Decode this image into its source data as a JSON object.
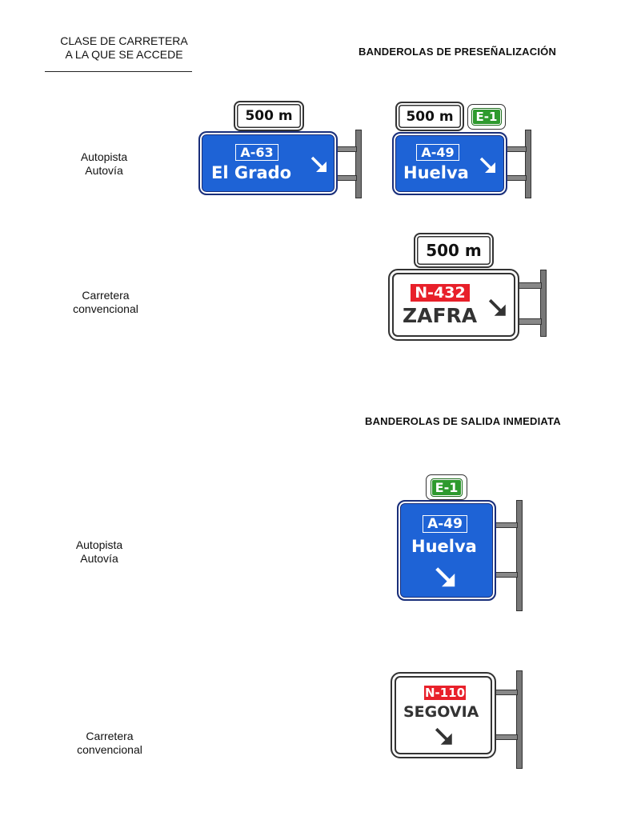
{
  "left_header": {
    "line1": "CLASE DE CARRETERA",
    "line2": "A LA QUE SE ACCEDE"
  },
  "section_pre": {
    "title": "BANDEROLAS DE PRESEÑALIZACIÓN"
  },
  "section_exit": {
    "title": "BANDEROLAS DE SALIDA INMEDIATA"
  },
  "road_classes": {
    "motorway": {
      "line1": "Autopista",
      "line2": "Autovía"
    },
    "conventional": {
      "line1": "Carretera",
      "line2": "convencional"
    }
  },
  "signs": {
    "pre_elgrado": {
      "distance": "500 m",
      "route": "A-63",
      "destination": "El Grado",
      "arrow": "arrow-down-right",
      "color": "#1e63d6"
    },
    "pre_huelva": {
      "distance": "500 m",
      "euroroute": "E-1",
      "route": "A-49",
      "destination": "Huelva",
      "arrow": "arrow-down-right",
      "color": "#1e63d6"
    },
    "pre_zafra": {
      "distance": "500 m",
      "route": "N-432",
      "destination": "ZAFRA",
      "arrow": "arrow-down-right",
      "route_color": "#e8202a"
    },
    "exit_huelva": {
      "euroroute": "E-1",
      "route": "A-49",
      "destination": "Huelva",
      "arrow": "arrow-down-right",
      "color": "#1e63d6"
    },
    "exit_segovia": {
      "route": "N-110",
      "destination": "SEGOVIA",
      "arrow": "arrow-down-right",
      "route_color": "#e8202a"
    }
  }
}
